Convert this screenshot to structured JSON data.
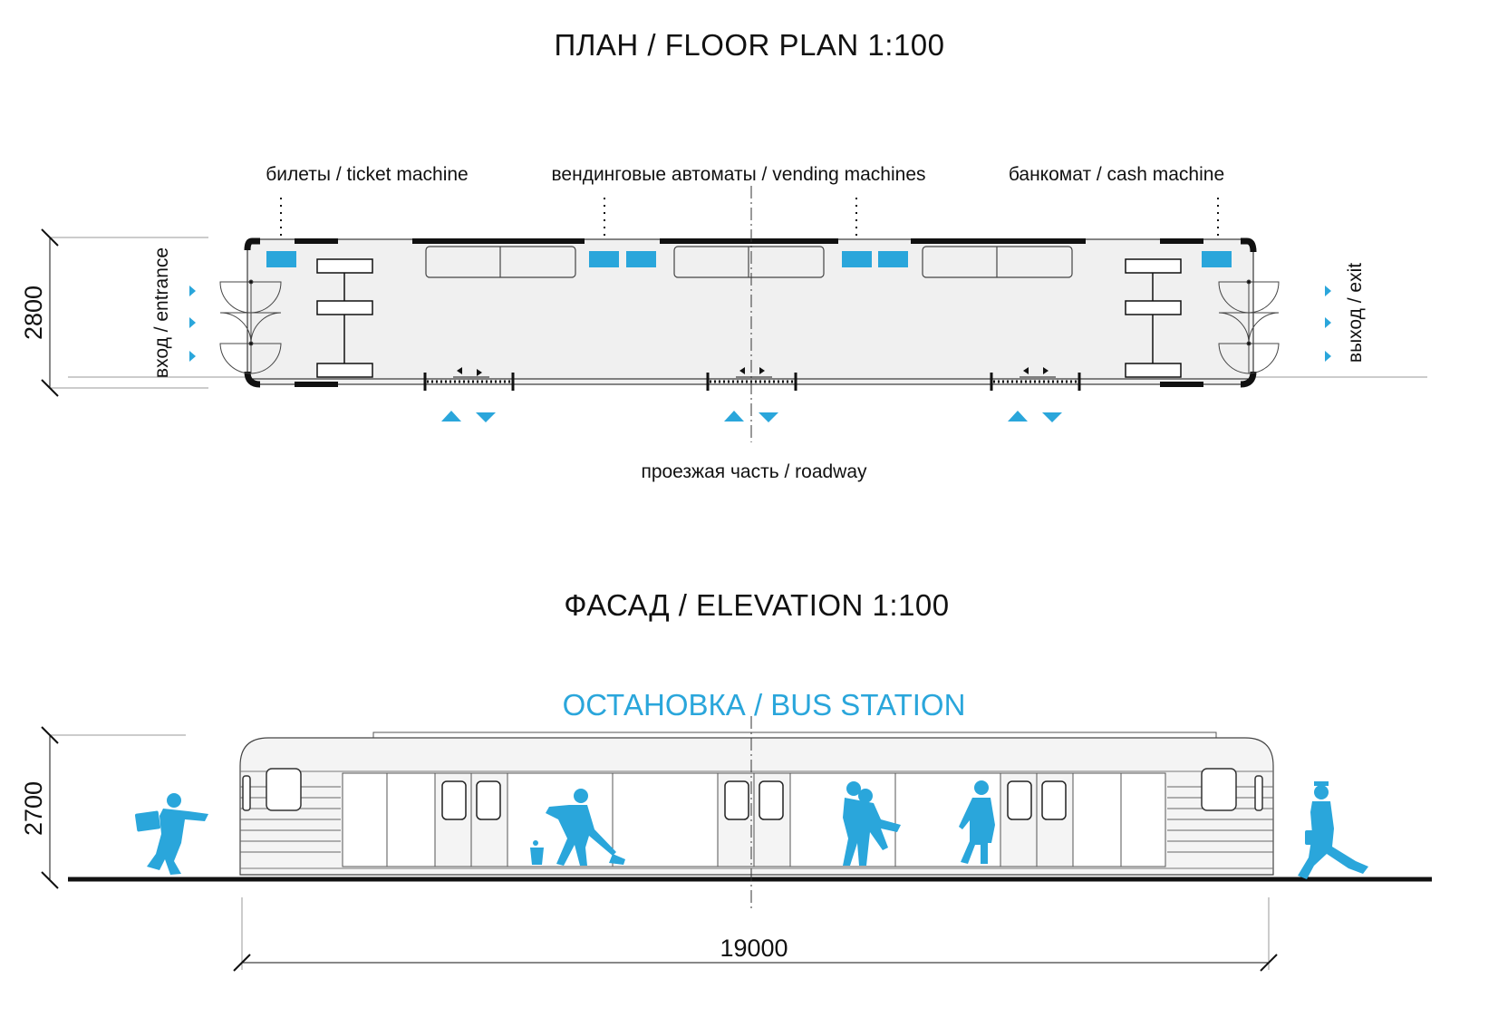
{
  "floor_plan": {
    "title": "ПЛАН / FLOOR PLAN 1:100",
    "labels": {
      "ticket_machine": "билеты / ticket machine",
      "vending_machines": "вендинговые автоматы / vending machines",
      "cash_machine": "банкомат / cash machine",
      "entrance": "вход / entrance",
      "exit": "выход / exit",
      "roadway": "проезжая часть / roadway"
    },
    "width_dimension": "2800"
  },
  "elevation": {
    "title": "ФАСАД / ELEVATION 1:100",
    "subtitle": "ОСТАНОВКА / BUS STATION",
    "height_dimension": "2700",
    "length_dimension": "19000"
  },
  "colors": {
    "accent": "#2aa6db",
    "line": "#111111",
    "floor_fill": "#f0f0f0",
    "car_body": "#f4f4f4"
  }
}
